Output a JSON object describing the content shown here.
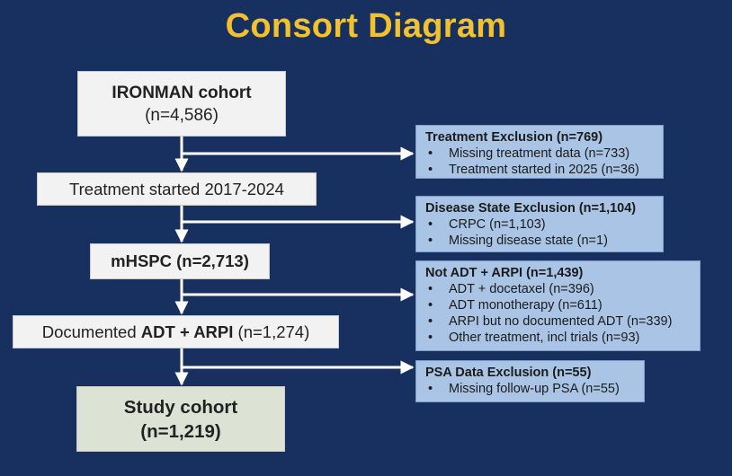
{
  "title": "Consort Diagram",
  "boxes": {
    "ironman": {
      "line1": "IRONMAN cohort",
      "line2": "(n=4,586)"
    },
    "treatment_started": {
      "text": "Treatment started 2017-2024"
    },
    "mhspc": {
      "text": "mHSPC (n=2,713)"
    },
    "documented": {
      "prefix": "Documented ",
      "bold": "ADT + ARPI",
      "suffix": " (n=1,274)"
    },
    "study": {
      "line1": "Study cohort",
      "line2": "(n=1,219)"
    }
  },
  "exclusions": {
    "treatment": {
      "title": "Treatment Exclusion (n=769)",
      "items": [
        "Missing treatment data (n=733)",
        "Treatment started in 2025 (n=36)"
      ]
    },
    "disease": {
      "title": "Disease State Exclusion (n=1,104)",
      "items": [
        "CRPC (n=1,103)",
        "Missing disease state (n=1)"
      ]
    },
    "not_adt": {
      "title": "Not ADT + ARPI (n=1,439)",
      "items": [
        "ADT + docetaxel (n=396)",
        "ADT monotherapy (n=611)",
        "ARPI but no documented ADT (n=339)",
        "Other treatment, incl trials (n=93)"
      ]
    },
    "psa": {
      "title": "PSA Data Exclusion (n=55)",
      "items": [
        "Missing follow-up PSA (n=55)"
      ]
    }
  },
  "bullet": "•",
  "colors": {
    "background": "#17305f",
    "title": "#f2c12e",
    "main_box": "#f2f2f2",
    "study_box": "#dde3d4",
    "exclusion_box": "#a9c4e4",
    "arrow": "#ffffff"
  }
}
